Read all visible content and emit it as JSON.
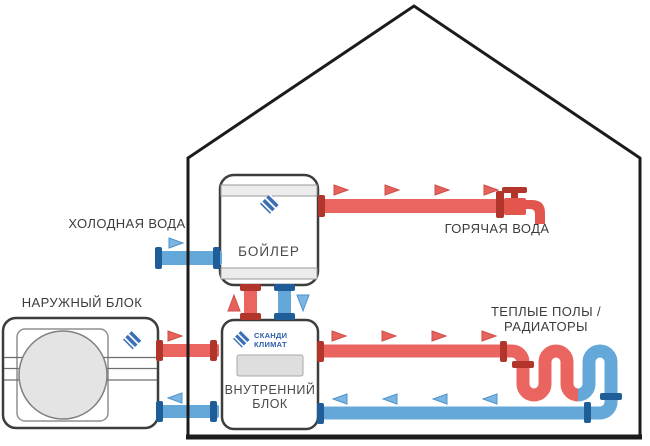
{
  "diagram": {
    "labels": {
      "cold_water": "ХОЛОДНАЯ ВОДА",
      "hot_water": "ГОРЯЧАЯ ВОДА",
      "outdoor_unit": "НАРУЖНЫЙ БЛОК",
      "indoor_unit": "ВНУТРЕННИЙ\nБЛОК",
      "boiler": "БОЙЛЕР",
      "radiators": "ТЕПЛЫЕ ПОЛЫ / РАДИАТОРЫ",
      "brand": "СКАНДИ\nКЛИМАТ"
    },
    "icons": [
      "house-outline-icon",
      "scandi-climat-logo-icon",
      "fan-icon",
      "faucet-icon",
      "flow-arrow-icon",
      "radiator-coil-icon",
      "display-panel"
    ],
    "colors": {
      "hot": "#ea6560",
      "hot_dark": "#b2352c",
      "hot_arrow": "#e8625c",
      "hot_arrow_edge": "#cc4f48",
      "cold": "#64a8da",
      "cold_dark": "#1e5d97",
      "cold_arrow": "#7cb4e2",
      "cold_arrow_edge": "#4e94cc",
      "brand": "#3a6fb5",
      "brand_text": "#2d5fa8",
      "ink": "#3c3c3c",
      "outline": "#1b1b1b",
      "box_border": "#3d3d3d"
    }
  }
}
